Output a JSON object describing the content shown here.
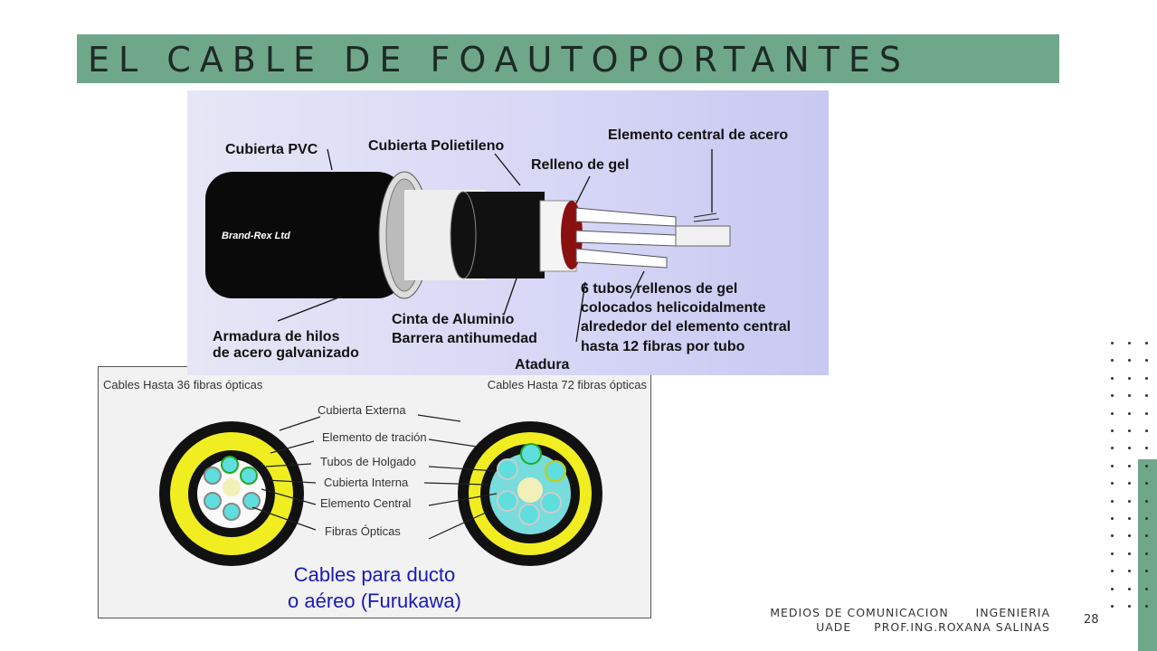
{
  "slide": {
    "title": "EL CABLE DE FOAUTOPORTANTES",
    "page_number": "28",
    "footer_line1": "MEDIOS DE COMUNICACION      INGENIERIA",
    "footer_line2": "UADE     PROF.ING.ROXANA SALINAS",
    "accent_color": "#6fa78a"
  },
  "cable_figure": {
    "brand": "Brand-Rex Ltd",
    "labels": {
      "pvc": "Cubierta PVC",
      "polietileno": "Cubierta Polietileno",
      "gel": "Relleno de gel",
      "central": "Elemento central de acero",
      "armadura1": "Armadura de hilos",
      "armadura2": "de acero galvanizado",
      "aluminio1": "Cinta de Aluminio",
      "aluminio2": "Barrera antihumedad",
      "tubos1": "6 tubos rellenos de gel",
      "tubos2": "colocados helicoidalmente",
      "tubos3": "alrededor del elemento central",
      "tubos4": "hasta 12 fibras por tubo",
      "atadura": "Atadura"
    }
  },
  "furukawa_figure": {
    "left_caption": "Cables Hasta 36 fibras ópticas",
    "right_caption": "Cables Hasta 72 fibras ópticas",
    "labels": [
      "Cubierta Externa",
      "Elemento de tración",
      "Tubos de Holgado",
      "Cubierta Interna",
      "Elemento Central",
      "Fibras Ópticas"
    ],
    "title1": "Cables para ducto",
    "title2": "o aéreo (Furukawa)"
  }
}
